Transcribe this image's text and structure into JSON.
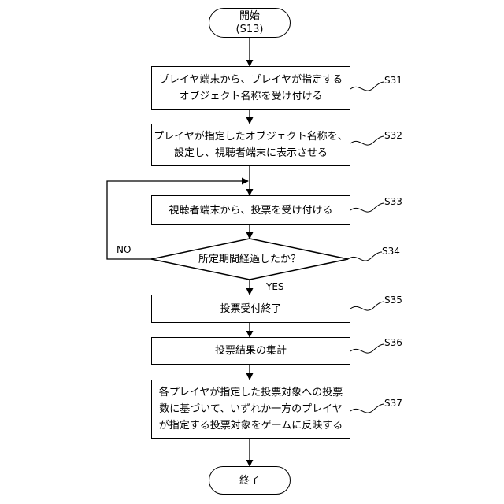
{
  "start": {
    "label": "開始",
    "sub": "(S13)"
  },
  "steps": [
    {
      "id": "S31",
      "text": "プレイヤ端末から、プレイヤが指定する\nオブジェクト名称を受け付ける"
    },
    {
      "id": "S32",
      "text": "プレイヤが指定したオブジェクト名称を、\n設定し、視聴者端末に表示させる"
    },
    {
      "id": "S33",
      "text": "視聴者端末から、投票を受け付ける"
    },
    {
      "id": "S34",
      "text": "所定期間経過したか？"
    },
    {
      "id": "S35",
      "text": "投票受付終了"
    },
    {
      "id": "S36",
      "text": "投票結果の集計"
    },
    {
      "id": "S37",
      "text": "各プレイヤが指定した投票対象への投票\n数に基づいて、いずれか一方のプレイヤ\nが指定する投票対象をゲームに反映する"
    }
  ],
  "branch": {
    "no": "NO",
    "yes": "YES"
  },
  "end": {
    "label": "終了"
  }
}
